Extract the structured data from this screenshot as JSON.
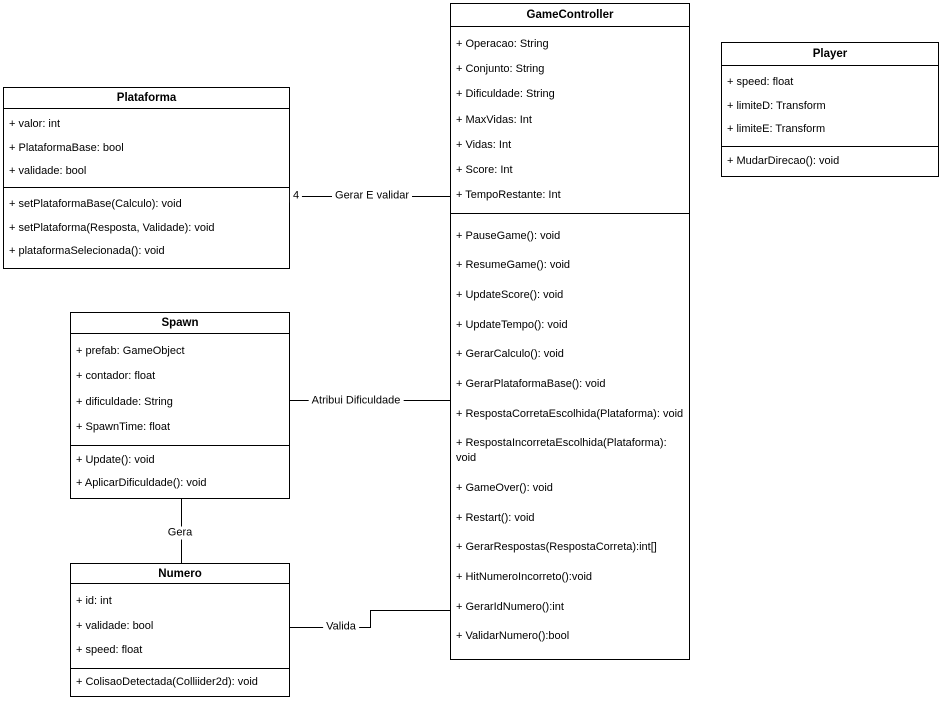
{
  "classes": {
    "plataforma": {
      "title": "Plataforma",
      "attributes": [
        "+ valor: int",
        "+ PlataformaBase: bool",
        "+ validade: bool"
      ],
      "methods": [
        "+ setPlataformaBase(Calculo): void",
        "+ setPlataforma(Resposta, Validade): void",
        "+ plataformaSelecionada(): void"
      ]
    },
    "gameController": {
      "title": "GameController",
      "attributes": [
        "+ Operacao: String",
        "+ Conjunto: String",
        "+ Dificuldade: String",
        "+ MaxVidas: Int",
        "+ Vidas: Int",
        "+ Score: Int",
        "+ TempoRestante: Int"
      ],
      "methods": [
        "+ PauseGame(): void",
        "+ ResumeGame(): void",
        "+ UpdateScore(): void",
        "+ UpdateTempo(): void",
        "+ GerarCalculo(): void",
        "+ GerarPlataformaBase(): void",
        "+ RespostaCorretaEscolhida(Plataforma): void",
        "+ RespostaIncorretaEscolhida(Plataforma): void",
        "+ GameOver(): void",
        "+ Restart(): void",
        "+ GerarRespostas(RespostaCorreta):int[]",
        "+ HitNumeroIncorreto():void",
        "+ GerarIdNumero():int",
        "+ ValidarNumero():bool"
      ]
    },
    "player": {
      "title": "Player",
      "attributes": [
        "+ speed: float",
        "+ limiteD: Transform",
        "+ limiteE: Transform"
      ],
      "methods": [
        "+ MudarDirecao(): void"
      ]
    },
    "spawn": {
      "title": "Spawn",
      "attributes": [
        "+ prefab: GameObject",
        "+ contador: float",
        "+ dificuldade: String",
        "+ SpawnTime: float"
      ],
      "methods": [
        "+ Update(): void",
        "+ AplicarDificuldade(): void"
      ]
    },
    "numero": {
      "title": "Numero",
      "attributes": [
        "+ id: int",
        "+ validade: bool",
        "+ speed: float"
      ],
      "methods": [
        "+ ColisaoDetectada(Colliider2d): void"
      ]
    }
  },
  "connectors": {
    "gerarEValidar": {
      "label": "Gerar E validar",
      "multiplicity": "4"
    },
    "atribuiDificuldade": {
      "label": "Atribui Dificuldade"
    },
    "gera": {
      "label": "Gera"
    },
    "valida": {
      "label": "Valida"
    }
  },
  "colors": {
    "stroke": "#000000",
    "background": "#ffffff",
    "text": "#000000"
  }
}
